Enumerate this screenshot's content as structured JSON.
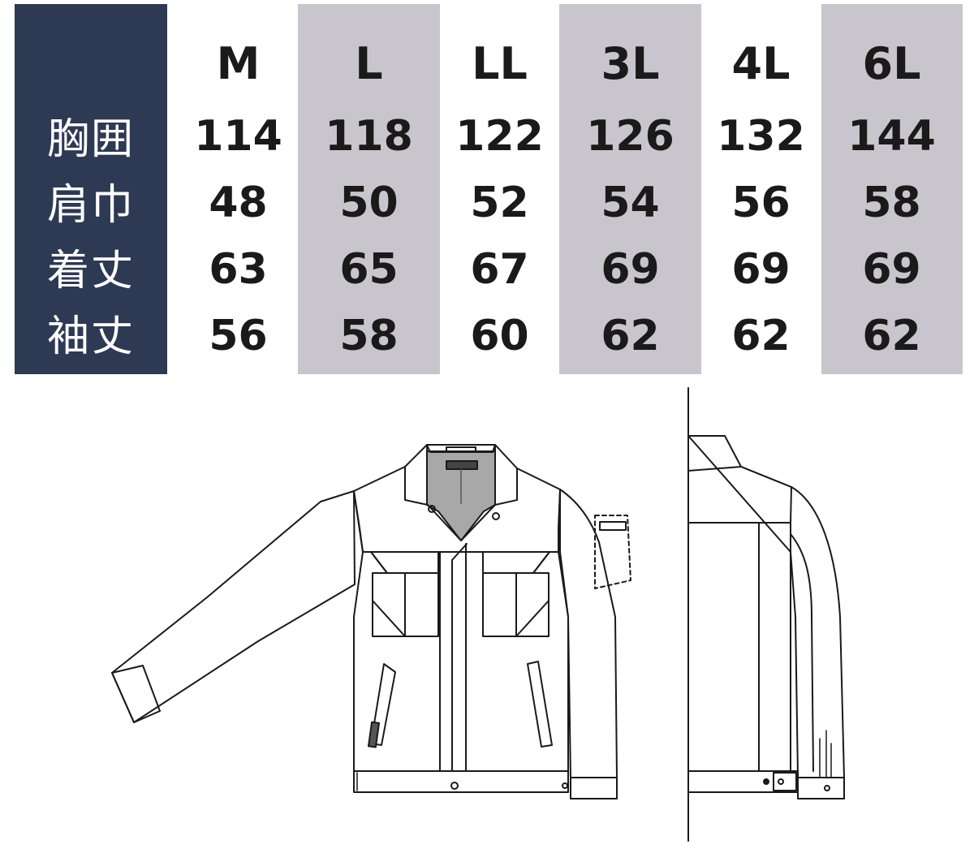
{
  "colors": {
    "label_column": "#2e3953",
    "shaded_column": "#c9c5cd",
    "text": "#1a1a1a"
  },
  "size_chart": {
    "sizes": [
      "M",
      "L",
      "LL",
      "3L",
      "4L",
      "6L"
    ],
    "rows": [
      {
        "label": "胸囲",
        "values": [
          "114",
          "118",
          "122",
          "126",
          "132",
          "144"
        ]
      },
      {
        "label": "肩巾",
        "values": [
          "48",
          "50",
          "52",
          "54",
          "56",
          "58"
        ]
      },
      {
        "label": "着丈",
        "values": [
          "63",
          "65",
          "67",
          "69",
          "69",
          "69"
        ]
      },
      {
        "label": "袖丈",
        "values": [
          "56",
          "58",
          "60",
          "62",
          "62",
          "62"
        ]
      }
    ]
  },
  "illustration": {
    "subject": "jacket-flat-sketch",
    "views": [
      "front",
      "back"
    ]
  }
}
